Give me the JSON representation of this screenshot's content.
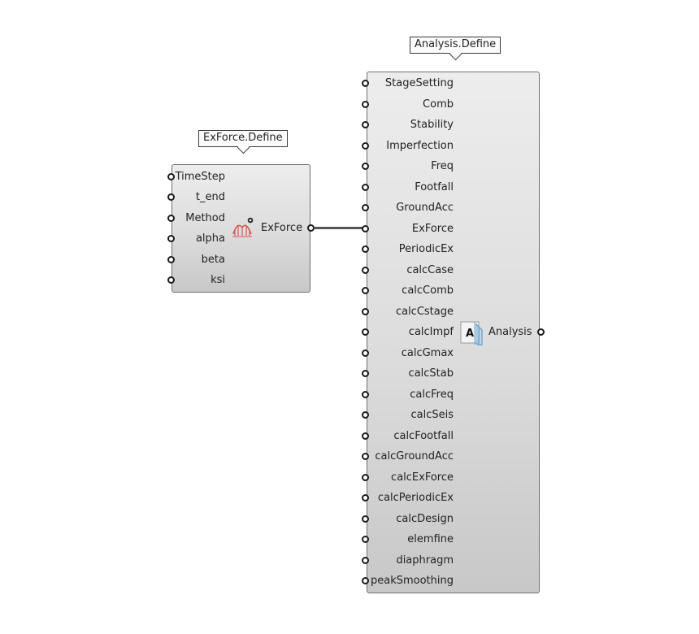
{
  "exforce_component": {
    "tag": "ExForce.Define",
    "name": "ExForce",
    "icon": "exforce-icon",
    "inputs": [
      "TimeStep",
      "t_end",
      "Method",
      "alpha",
      "beta",
      "ksi"
    ]
  },
  "analysis_component": {
    "tag": "Analysis.Define",
    "name": "Analysis",
    "icon": "analysis-icon",
    "icon_letter": "A",
    "inputs": [
      "StageSetting",
      "Comb",
      "Stability",
      "Imperfection",
      "Freq",
      "Footfall",
      "GroundAcc",
      "ExForce",
      "PeriodicEx",
      "calcCase",
      "calcComb",
      "calcCstage",
      "calcImpf",
      "calcGmax",
      "calcStab",
      "calcFreq",
      "calcSeis",
      "calcFootfall",
      "calcGroundAcc",
      "calcExForce",
      "calcPeriodicEx",
      "calcDesign",
      "elemfine",
      "diaphragm",
      "peakSmoothing"
    ]
  },
  "colors": {
    "wire": "#555555",
    "exforce_icon": "#d9534f",
    "analysis_icon": "#6aa9d8"
  }
}
